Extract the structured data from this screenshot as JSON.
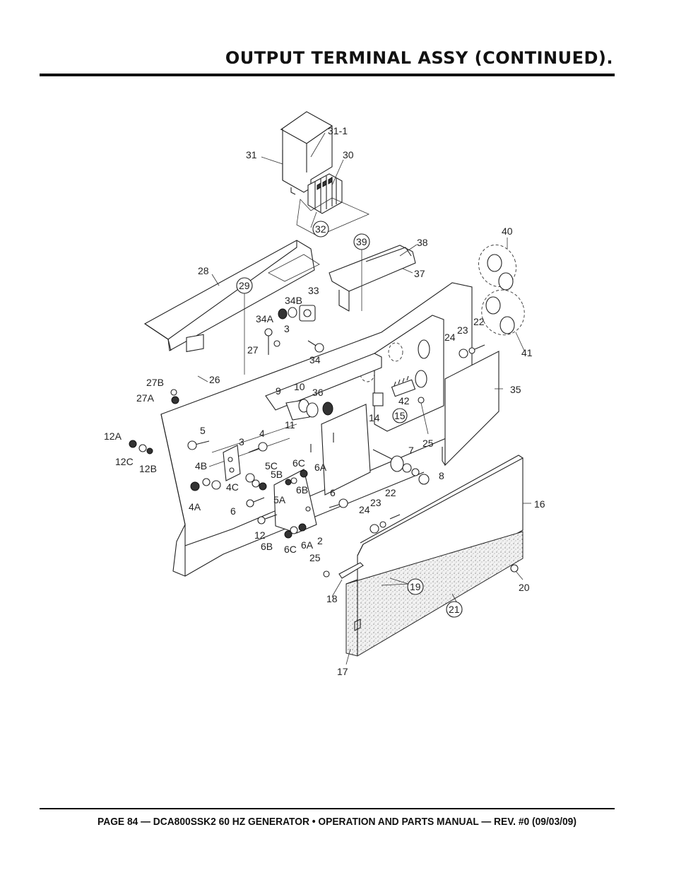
{
  "header": {
    "title": "OUTPUT TERMINAL ASSY (CONTINUED)."
  },
  "footer": {
    "text": "PAGE 84 — DCA800SSK2 60 HZ GENERATOR • OPERATION AND PARTS MANUAL — REV. #0 (09/03/09)"
  },
  "diagram": {
    "callouts": [
      "31-1",
      "31",
      "30",
      "32",
      "40",
      "39",
      "38",
      "28",
      "37",
      "29",
      "33",
      "34B",
      "34A",
      "3",
      "27",
      "34",
      "23",
      "22",
      "24",
      "41",
      "26",
      "27B",
      "27A",
      "9",
      "10",
      "36",
      "35",
      "42",
      "11",
      "14",
      "15",
      "12A",
      "5",
      "4",
      "3",
      "25",
      "7",
      "12C",
      "12B",
      "4B",
      "5C",
      "6C",
      "6A",
      "8",
      "4C",
      "5B",
      "6B",
      "4A",
      "6",
      "5A",
      "16",
      "24",
      "23",
      "22",
      "6",
      "12",
      "2",
      "6B",
      "6C",
      "6A",
      "25",
      "19",
      "20",
      "18",
      "21",
      "17"
    ],
    "circled": [
      "32",
      "39",
      "29",
      "15",
      "19",
      "21"
    ]
  }
}
